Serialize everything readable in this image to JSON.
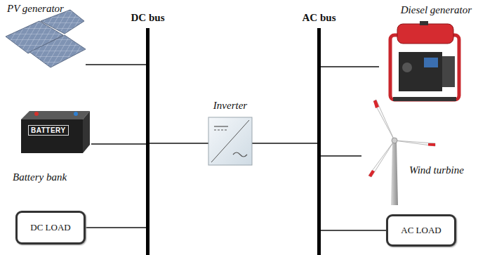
{
  "diagram": {
    "nodes": [
      {
        "text": [
          "PV generator"
        ]
      },
      {
        "text": [
          "DC bus"
        ]
      },
      {
        "text": [
          "AC bus"
        ]
      },
      {
        "text": [
          "Diesel generator"
        ]
      },
      {
        "text": [
          "Inverter"
        ]
      },
      {
        "text": [
          "BATTERY",
          "Battery bank"
        ]
      },
      {
        "text": [
          "Wind turbine"
        ]
      },
      {
        "text": [
          "DC LOAD"
        ]
      },
      {
        "text": [
          "AC LOAD"
        ]
      }
    ],
    "edges": [
      {
        "from": 0,
        "to": 1,
        "arrow": "none"
      },
      {
        "from": 5,
        "to": 1,
        "arrow": "none"
      },
      {
        "from": 7,
        "to": 1,
        "arrow": "none"
      },
      {
        "from": 1,
        "to": 4,
        "arrow": "none"
      },
      {
        "from": 4,
        "to": 2,
        "arrow": "none"
      },
      {
        "from": 3,
        "to": 2,
        "arrow": "none"
      },
      {
        "from": 6,
        "to": 2,
        "arrow": "none"
      },
      {
        "from": 8,
        "to": 2,
        "arrow": "none"
      }
    ]
  }
}
